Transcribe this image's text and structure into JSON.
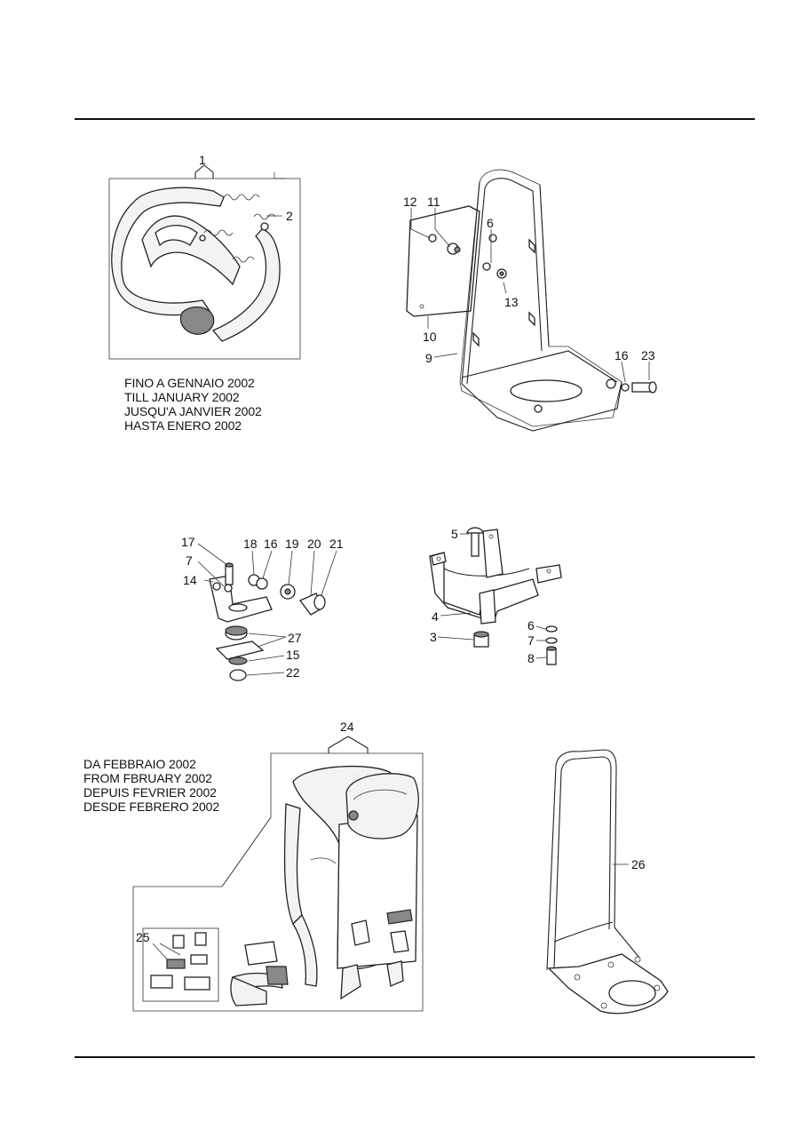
{
  "captions": {
    "till": [
      "FINO A GENNAIO 2002",
      "TILL JANUARY 2002",
      "JUSQU'A JANVIER 2002",
      "HASTA ENERO 2002"
    ],
    "from": [
      "DA FEBBRAIO 2002",
      "FROM FBRUARY 2002",
      "DEPUIS FEVRIER 2002",
      "DESDE FEBRERO 2002"
    ]
  },
  "callouts": {
    "c1": "1",
    "c2": "2",
    "c3": "3",
    "c4": "4",
    "c5": "5",
    "c6a": "6",
    "c6b": "6",
    "c7a": "7",
    "c7b": "7",
    "c8": "8",
    "c9": "9",
    "c10": "10",
    "c11": "11",
    "c12": "12",
    "c13": "13",
    "c14": "14",
    "c15": "15",
    "c16a": "16",
    "c16b": "16",
    "c17": "17",
    "c18": "18",
    "c19": "19",
    "c20": "20",
    "c21": "21",
    "c22": "22",
    "c23": "23",
    "c24": "24",
    "c25": "25",
    "c26": "26",
    "c27": "27"
  }
}
